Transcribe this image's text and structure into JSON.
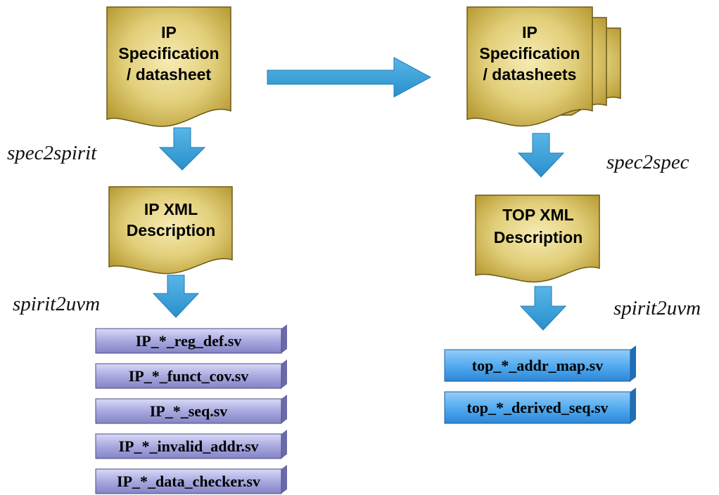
{
  "colors": {
    "document_gold": "#cdb24a",
    "document_light": "#f3e7a9",
    "arrow_blue": "#3aa0d6",
    "file_purple": "#a6a6dc",
    "file_blue": "#4aa6ee"
  },
  "left_flow": {
    "spec_doc": {
      "lines": [
        "IP",
        "Specification",
        "/ datasheet"
      ]
    },
    "step1_label": "spec2spirit",
    "xml_doc": {
      "lines": [
        "IP XML",
        "Description"
      ]
    },
    "step2_label": "spirit2uvm",
    "outputs": [
      "IP_*_reg_def.sv",
      "IP_*_funct_cov.sv",
      "IP_*_seq.sv",
      "IP_*_invalid_addr.sv",
      "IP_*_data_checker.sv"
    ]
  },
  "right_flow": {
    "spec_doc": {
      "lines": [
        "IP",
        "Specification",
        "/ datasheets"
      ]
    },
    "step1_label": "spec2spec",
    "xml_doc": {
      "lines": [
        "TOP XML",
        "Description"
      ]
    },
    "step2_label": "spirit2uvm",
    "outputs": [
      "top_*_addr_map.sv",
      "top_*_derived_seq.sv"
    ]
  }
}
